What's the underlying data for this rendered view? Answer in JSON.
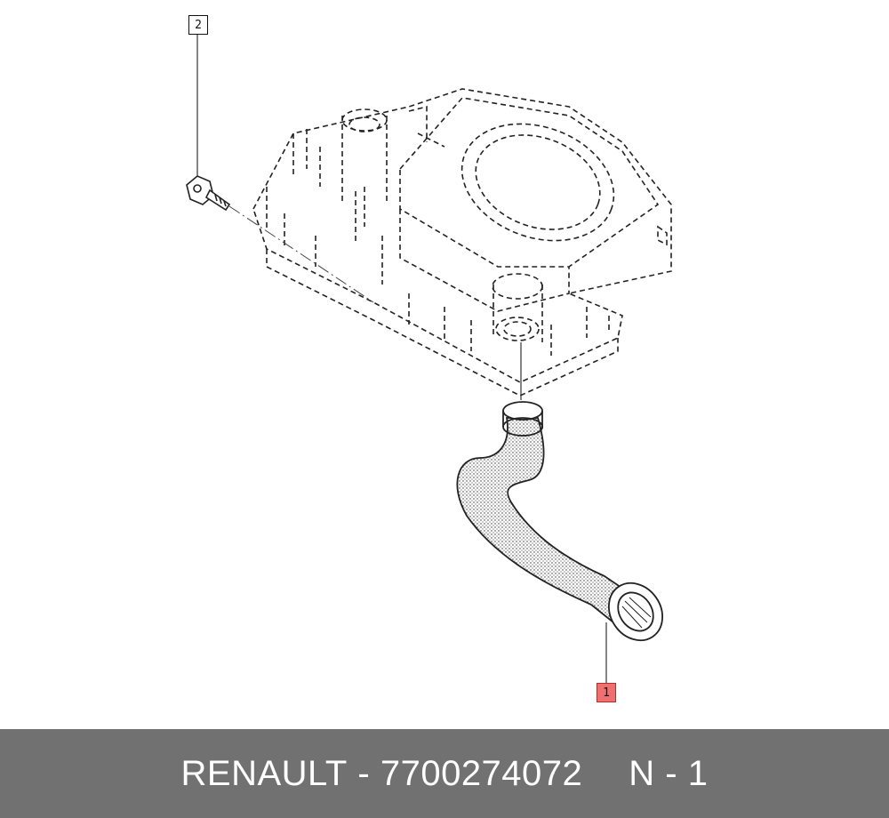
{
  "callouts": [
    {
      "label": "2",
      "highlighted": false
    },
    {
      "label": "1",
      "highlighted": true
    }
  ],
  "footer": {
    "brand": "RENAULT",
    "separator": "-",
    "part_number": "7700274072",
    "position": "N - 1"
  },
  "colors": {
    "line": "#222222",
    "highlight": "#f07070",
    "footer_bg": "#717171",
    "footer_text": "#ffffff"
  },
  "components": [
    {
      "name": "cylinder-head-cover",
      "style": "dashed"
    },
    {
      "name": "breather-hose",
      "style": "stippled"
    },
    {
      "name": "bolt",
      "style": "solid"
    }
  ]
}
